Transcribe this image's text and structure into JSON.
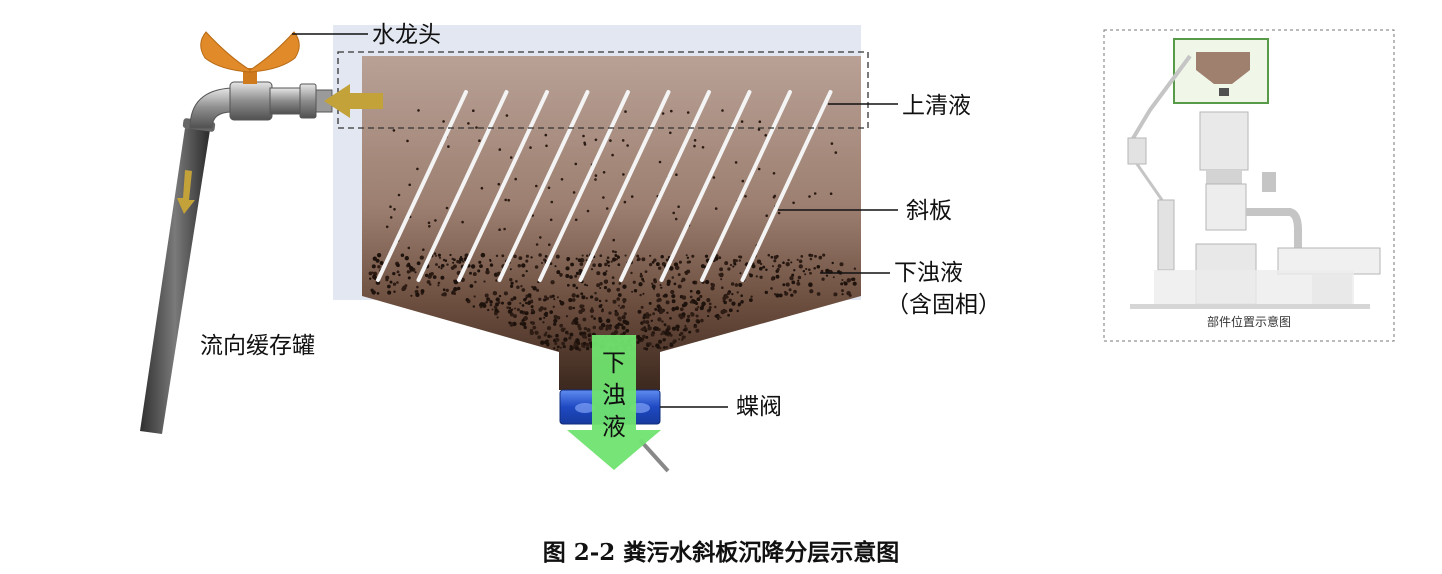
{
  "labels": {
    "faucet": "水龙头",
    "supernatant": "上清液",
    "inclined_plate": "斜板",
    "lower_liquid_line1": "下浊液",
    "lower_liquid_line2": "（含固相）",
    "to_buffer_tank": "流向缓存罐",
    "butterfly_valve": "蝶阀",
    "outflow_char1": "下",
    "outflow_char2": "浊",
    "outflow_char3": "液"
  },
  "caption": "图 2-2  粪污水斜板沉降分层示意图",
  "inset": {
    "caption": "部件位置示意图"
  },
  "colors": {
    "tank_top": "#b39a8d",
    "tank_bottom": "#4a3328",
    "plate": "#ffffff",
    "arrow_inflow": "#c4a23a",
    "arrow_outflow": "#6fe36f",
    "valve": "#2f5fd6",
    "faucet_handle": "#e08a2a",
    "inset_highlight": "#3a8a2a"
  },
  "icons": [
    "faucet-icon",
    "inflow-arrow-icon",
    "outflow-arrow-icon",
    "butterfly-valve-icon"
  ]
}
